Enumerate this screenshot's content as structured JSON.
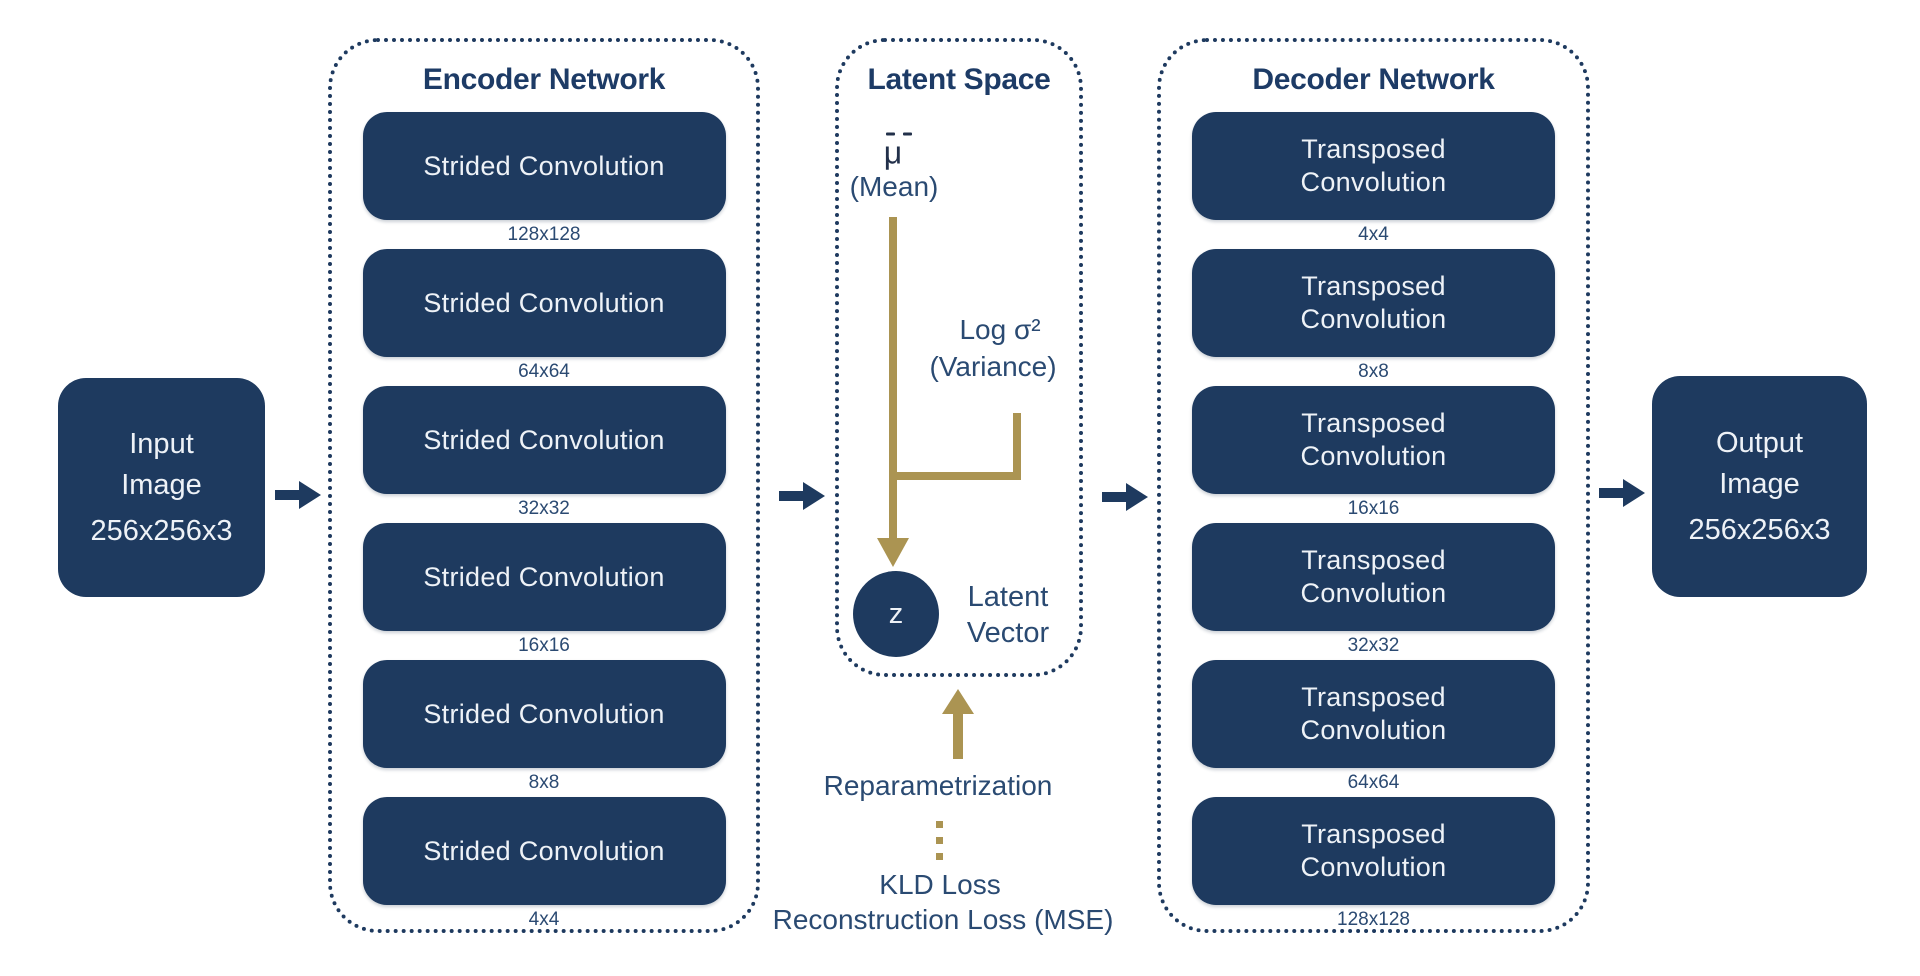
{
  "colors": {
    "navy": "#1e3a5f",
    "title": "#1d3b66",
    "body": "#2a4a72",
    "label": "#2b4a72",
    "gold": "#ab9452",
    "boxtext": "#eef2f7",
    "symbol": "#22304a",
    "bg": "#ffffff"
  },
  "input_node": {
    "line1": "Input",
    "line2": "Image",
    "size": "256x256x3"
  },
  "output_node": {
    "line1": "Output",
    "line2": "Image",
    "size": "256x256x3"
  },
  "encoder": {
    "title": "Encoder Network",
    "layers": [
      {
        "label": "Strided Convolution",
        "size": "128x128"
      },
      {
        "label": "Strided Convolution",
        "size": "64x64"
      },
      {
        "label": "Strided Convolution",
        "size": "32x32"
      },
      {
        "label": "Strided Convolution",
        "size": "16x16"
      },
      {
        "label": "Strided Convolution",
        "size": "8x8"
      },
      {
        "label": "Strided Convolution",
        "size": "4x4"
      }
    ]
  },
  "latent": {
    "title": "Latent Space",
    "mu_symbol": "μ",
    "mu_caption": "(Mean)",
    "variance_symbol": "Log σ²",
    "variance_caption": "(Variance)",
    "z_symbol": "z",
    "vector_line1": "Latent",
    "vector_line2": "Vector",
    "reparam_label": "Reparametrization",
    "kld_loss": "KLD Loss",
    "reconstruction_loss": "Reconstruction Loss (MSE)"
  },
  "decoder": {
    "title": "Decoder Network",
    "layers": [
      {
        "line1": "Transposed",
        "line2": "Convolution",
        "size": "4x4"
      },
      {
        "line1": "Transposed",
        "line2": "Convolution",
        "size": "8x8"
      },
      {
        "line1": "Transposed",
        "line2": "Convolution",
        "size": "16x16"
      },
      {
        "line1": "Transposed",
        "line2": "Convolution",
        "size": "32x32"
      },
      {
        "line1": "Transposed",
        "line2": "Convolution",
        "size": "64x64"
      },
      {
        "line1": "Transposed",
        "line2": "Convolution",
        "size": "128x128"
      }
    ]
  }
}
